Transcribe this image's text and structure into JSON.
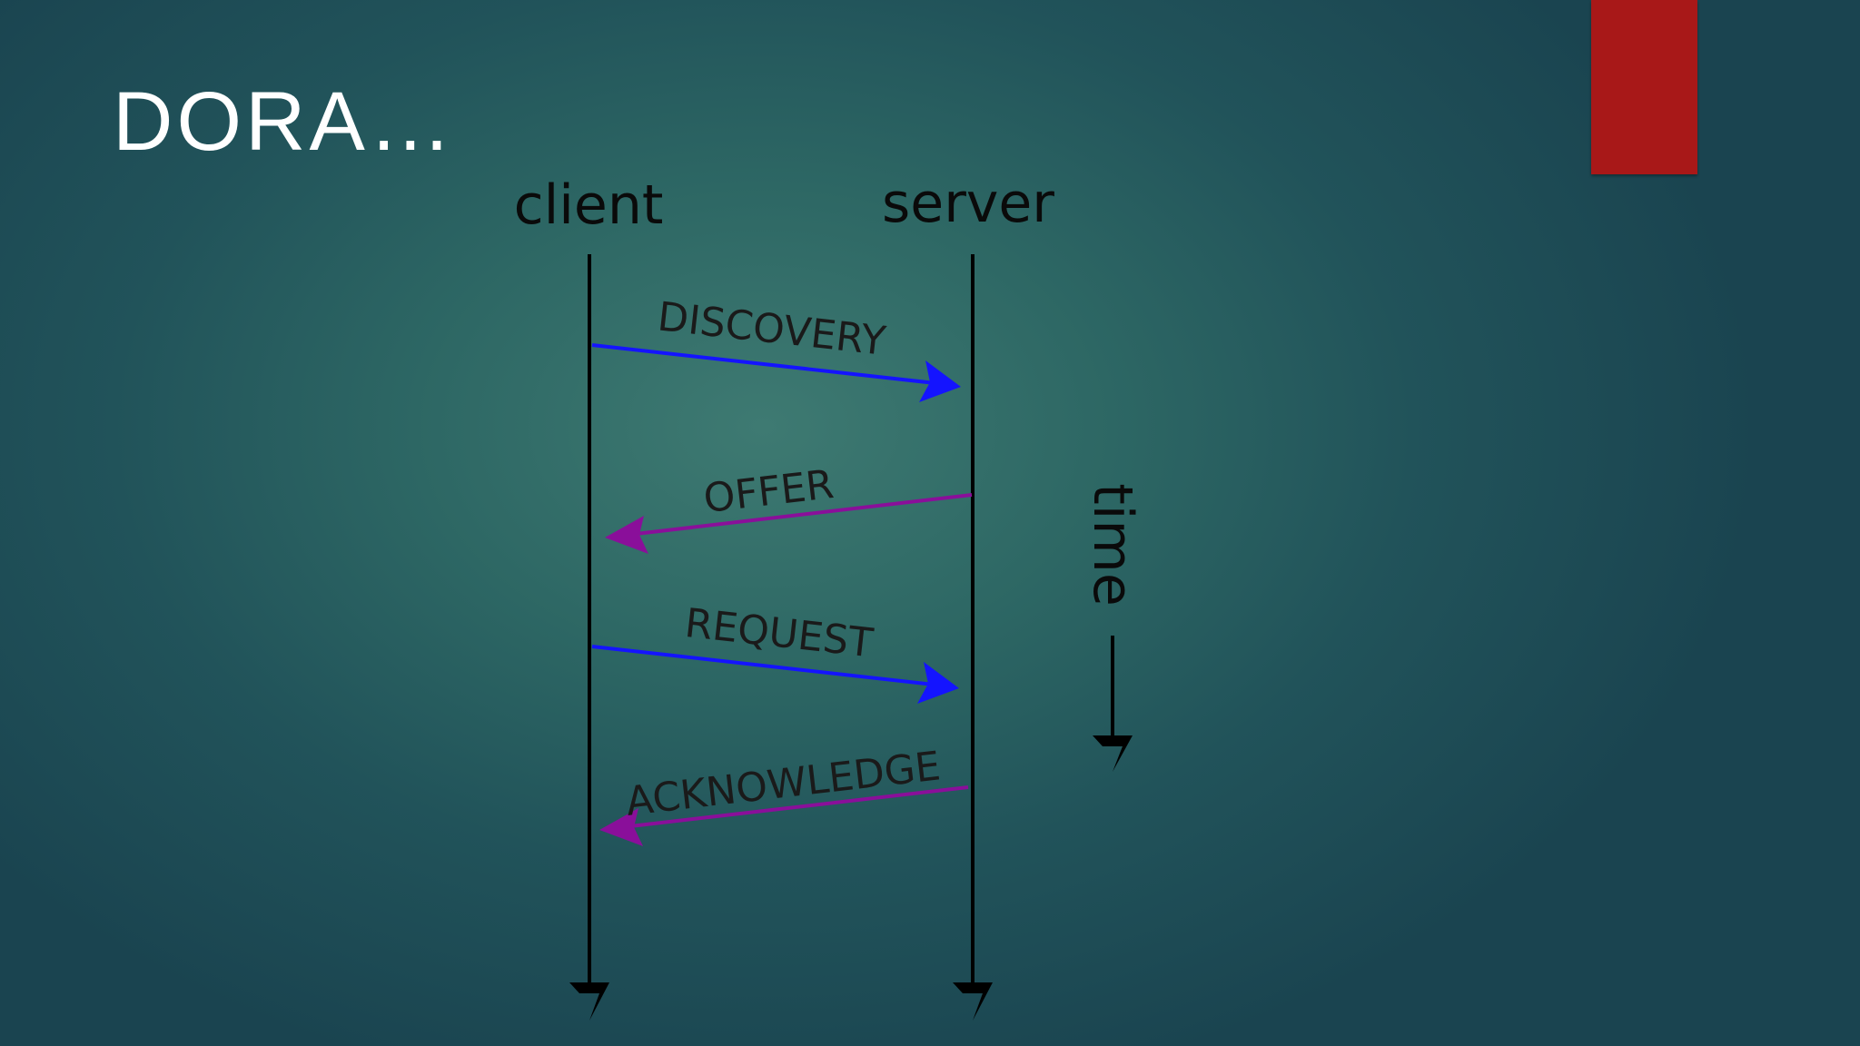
{
  "slide": {
    "title": "DORA…",
    "accent_color": "#a81818"
  },
  "diagram": {
    "type": "sequence",
    "actors": {
      "client": "client",
      "server": "server"
    },
    "messages": [
      {
        "label": "DISCOVERY",
        "from": "client",
        "to": "server",
        "color": "#1414ff"
      },
      {
        "label": "OFFER",
        "from": "server",
        "to": "client",
        "color": "#8a0f9a"
      },
      {
        "label": "REQUEST",
        "from": "client",
        "to": "server",
        "color": "#1414ff"
      },
      {
        "label": "ACKNOWLEDGE",
        "from": "server",
        "to": "client",
        "color": "#8a0f9a"
      }
    ],
    "time_label": "time"
  }
}
